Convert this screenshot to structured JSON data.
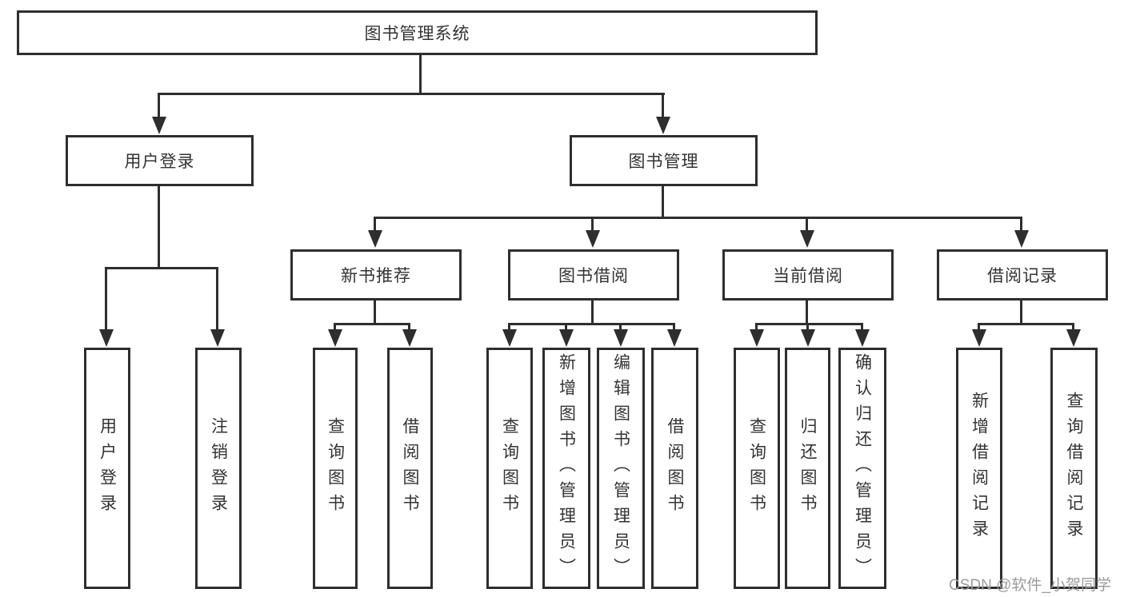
{
  "nodes": {
    "root": "图书管理系统",
    "level2": {
      "user_login": "用户登录",
      "book_mgmt": "图书管理"
    },
    "level3": {
      "new_book_rec": "新书推荐",
      "book_borrow": "图书借阅",
      "current_borrow": "当前借阅",
      "borrow_record": "借阅记录"
    },
    "level4": {
      "user_login": "用户登录",
      "logout": "注销登录",
      "nb_query": "查询图书",
      "nb_borrow": "借阅图书",
      "bb_query": "查询图书",
      "bb_add": "新增图书（管理员）",
      "bb_edit": "编辑图书（管理员）",
      "bb_borrow": "借阅图书",
      "cb_query": "查询图书",
      "cb_return": "归还图书",
      "cb_confirm": "确认归还（管理员）",
      "br_add": "新增借阅记录",
      "br_query": "查询借阅记录"
    }
  },
  "watermark": "CSDN @软件_小贺同学",
  "colors": {
    "line": "#2e2e2e",
    "text": "#333333",
    "watermark": "#9b9b9b",
    "background": "#ffffff"
  }
}
